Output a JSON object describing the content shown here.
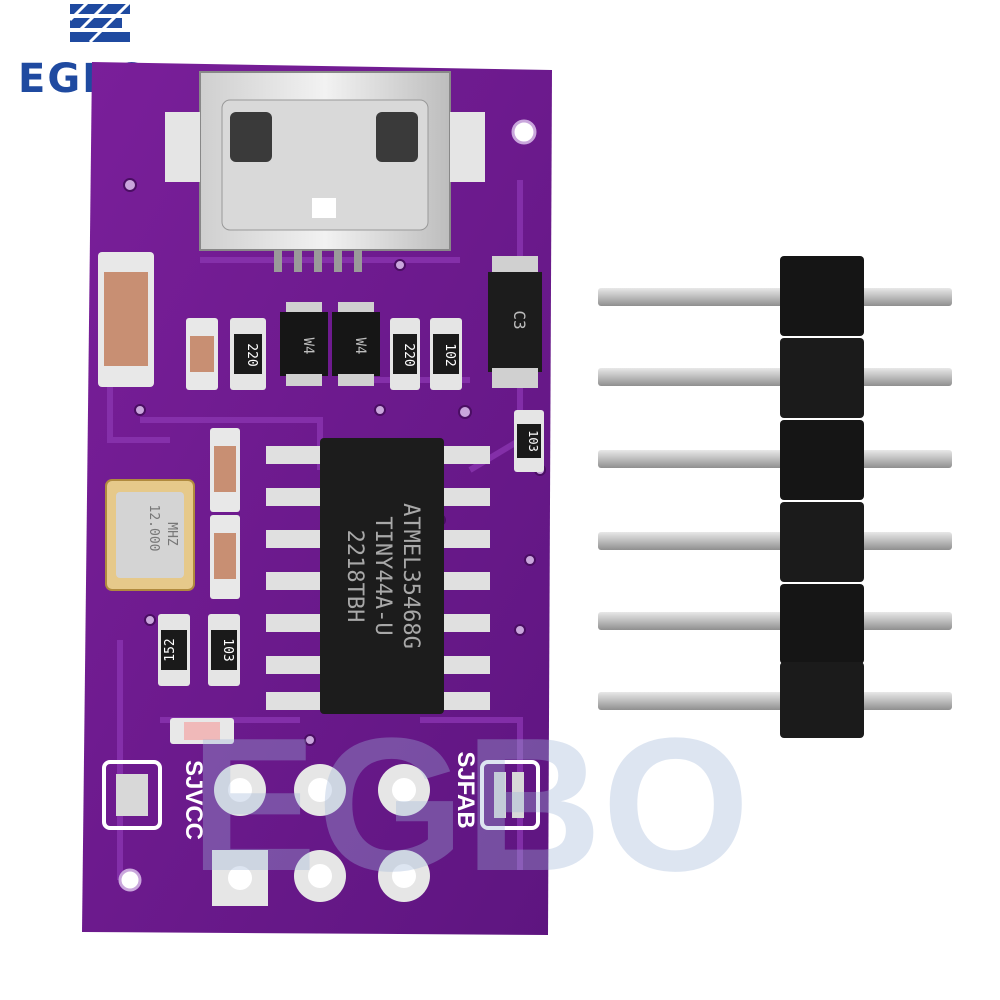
{
  "brand": {
    "logo_text": "EGBO",
    "watermark_text": "EGBO",
    "color": "#1f4aa0"
  },
  "board": {
    "pcb_color": "#6a1a8a",
    "chip": {
      "line1": "ATMEL35468G",
      "line2": "TINY44A-U",
      "line3": "2218TBH"
    },
    "crystal_lines": [
      "12.000",
      "MHZ"
    ],
    "resistor_codes": [
      "220",
      "220",
      "102",
      "152",
      "103",
      "103"
    ],
    "diode_codes": [
      "W4",
      "W4"
    ],
    "rectifier_code": "C3",
    "jumper_labels": [
      "SJVCC",
      "SJFAB"
    ]
  },
  "pin_header": {
    "pin_count": 6,
    "housing_color": "#111111",
    "pin_color": "#c9c9c9"
  }
}
